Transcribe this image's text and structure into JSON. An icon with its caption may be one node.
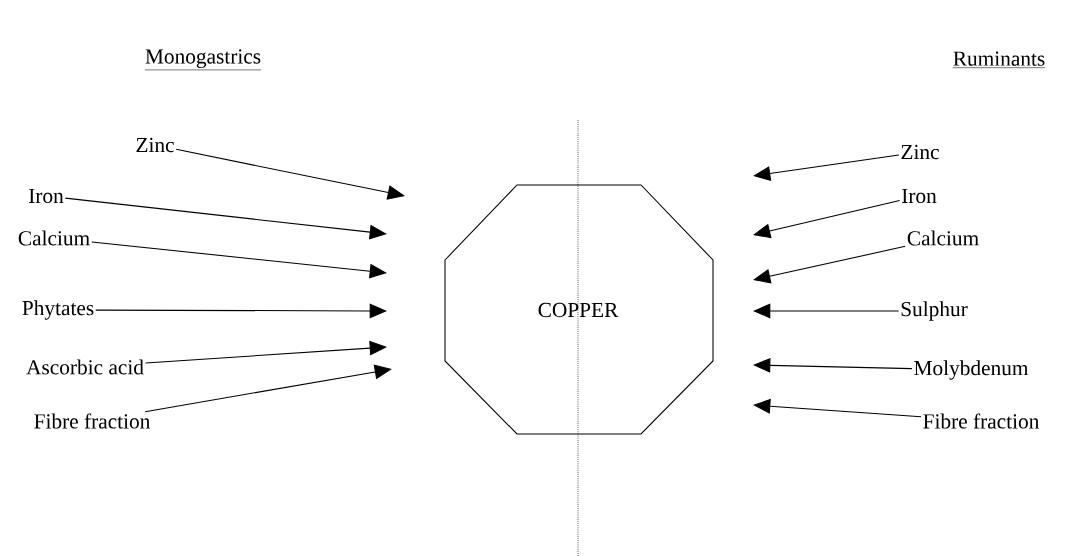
{
  "diagram": {
    "nodes": [
      {
        "text": [
          "COPPER"
        ]
      },
      {
        "text": [
          "Zinc"
        ]
      },
      {
        "text": [
          "Iron"
        ]
      },
      {
        "text": [
          "Calcium"
        ]
      },
      {
        "text": [
          "Phytates"
        ]
      },
      {
        "text": [
          "Ascorbic acid"
        ]
      },
      {
        "text": [
          "Fibre fraction"
        ]
      },
      {
        "text": [
          "Zinc"
        ]
      },
      {
        "text": [
          "Iron"
        ]
      },
      {
        "text": [
          "Calcium"
        ]
      },
      {
        "text": [
          "Sulphur"
        ]
      },
      {
        "text": [
          "Molybdenum"
        ]
      },
      {
        "text": [
          "Fibre fraction"
        ]
      }
    ],
    "edges": [
      {
        "from": 1,
        "to": null,
        "arrow": "to"
      },
      {
        "from": 2,
        "to": null,
        "arrow": "to"
      },
      {
        "from": 3,
        "to": null,
        "arrow": "to"
      },
      {
        "from": 4,
        "to": null,
        "arrow": "to"
      },
      {
        "from": 5,
        "to": null,
        "arrow": "to"
      },
      {
        "from": 6,
        "to": null,
        "arrow": "to"
      },
      {
        "from": 7,
        "to": null,
        "arrow": "to"
      },
      {
        "from": 8,
        "to": null,
        "arrow": "to"
      },
      {
        "from": 9,
        "to": null,
        "arrow": "to"
      },
      {
        "from": 10,
        "to": null,
        "arrow": "to"
      },
      {
        "from": 11,
        "to": null,
        "arrow": "to"
      },
      {
        "from": 12,
        "to": null,
        "arrow": "to"
      }
    ],
    "labels": [
      "Monogastrics",
      "Ruminants"
    ]
  }
}
